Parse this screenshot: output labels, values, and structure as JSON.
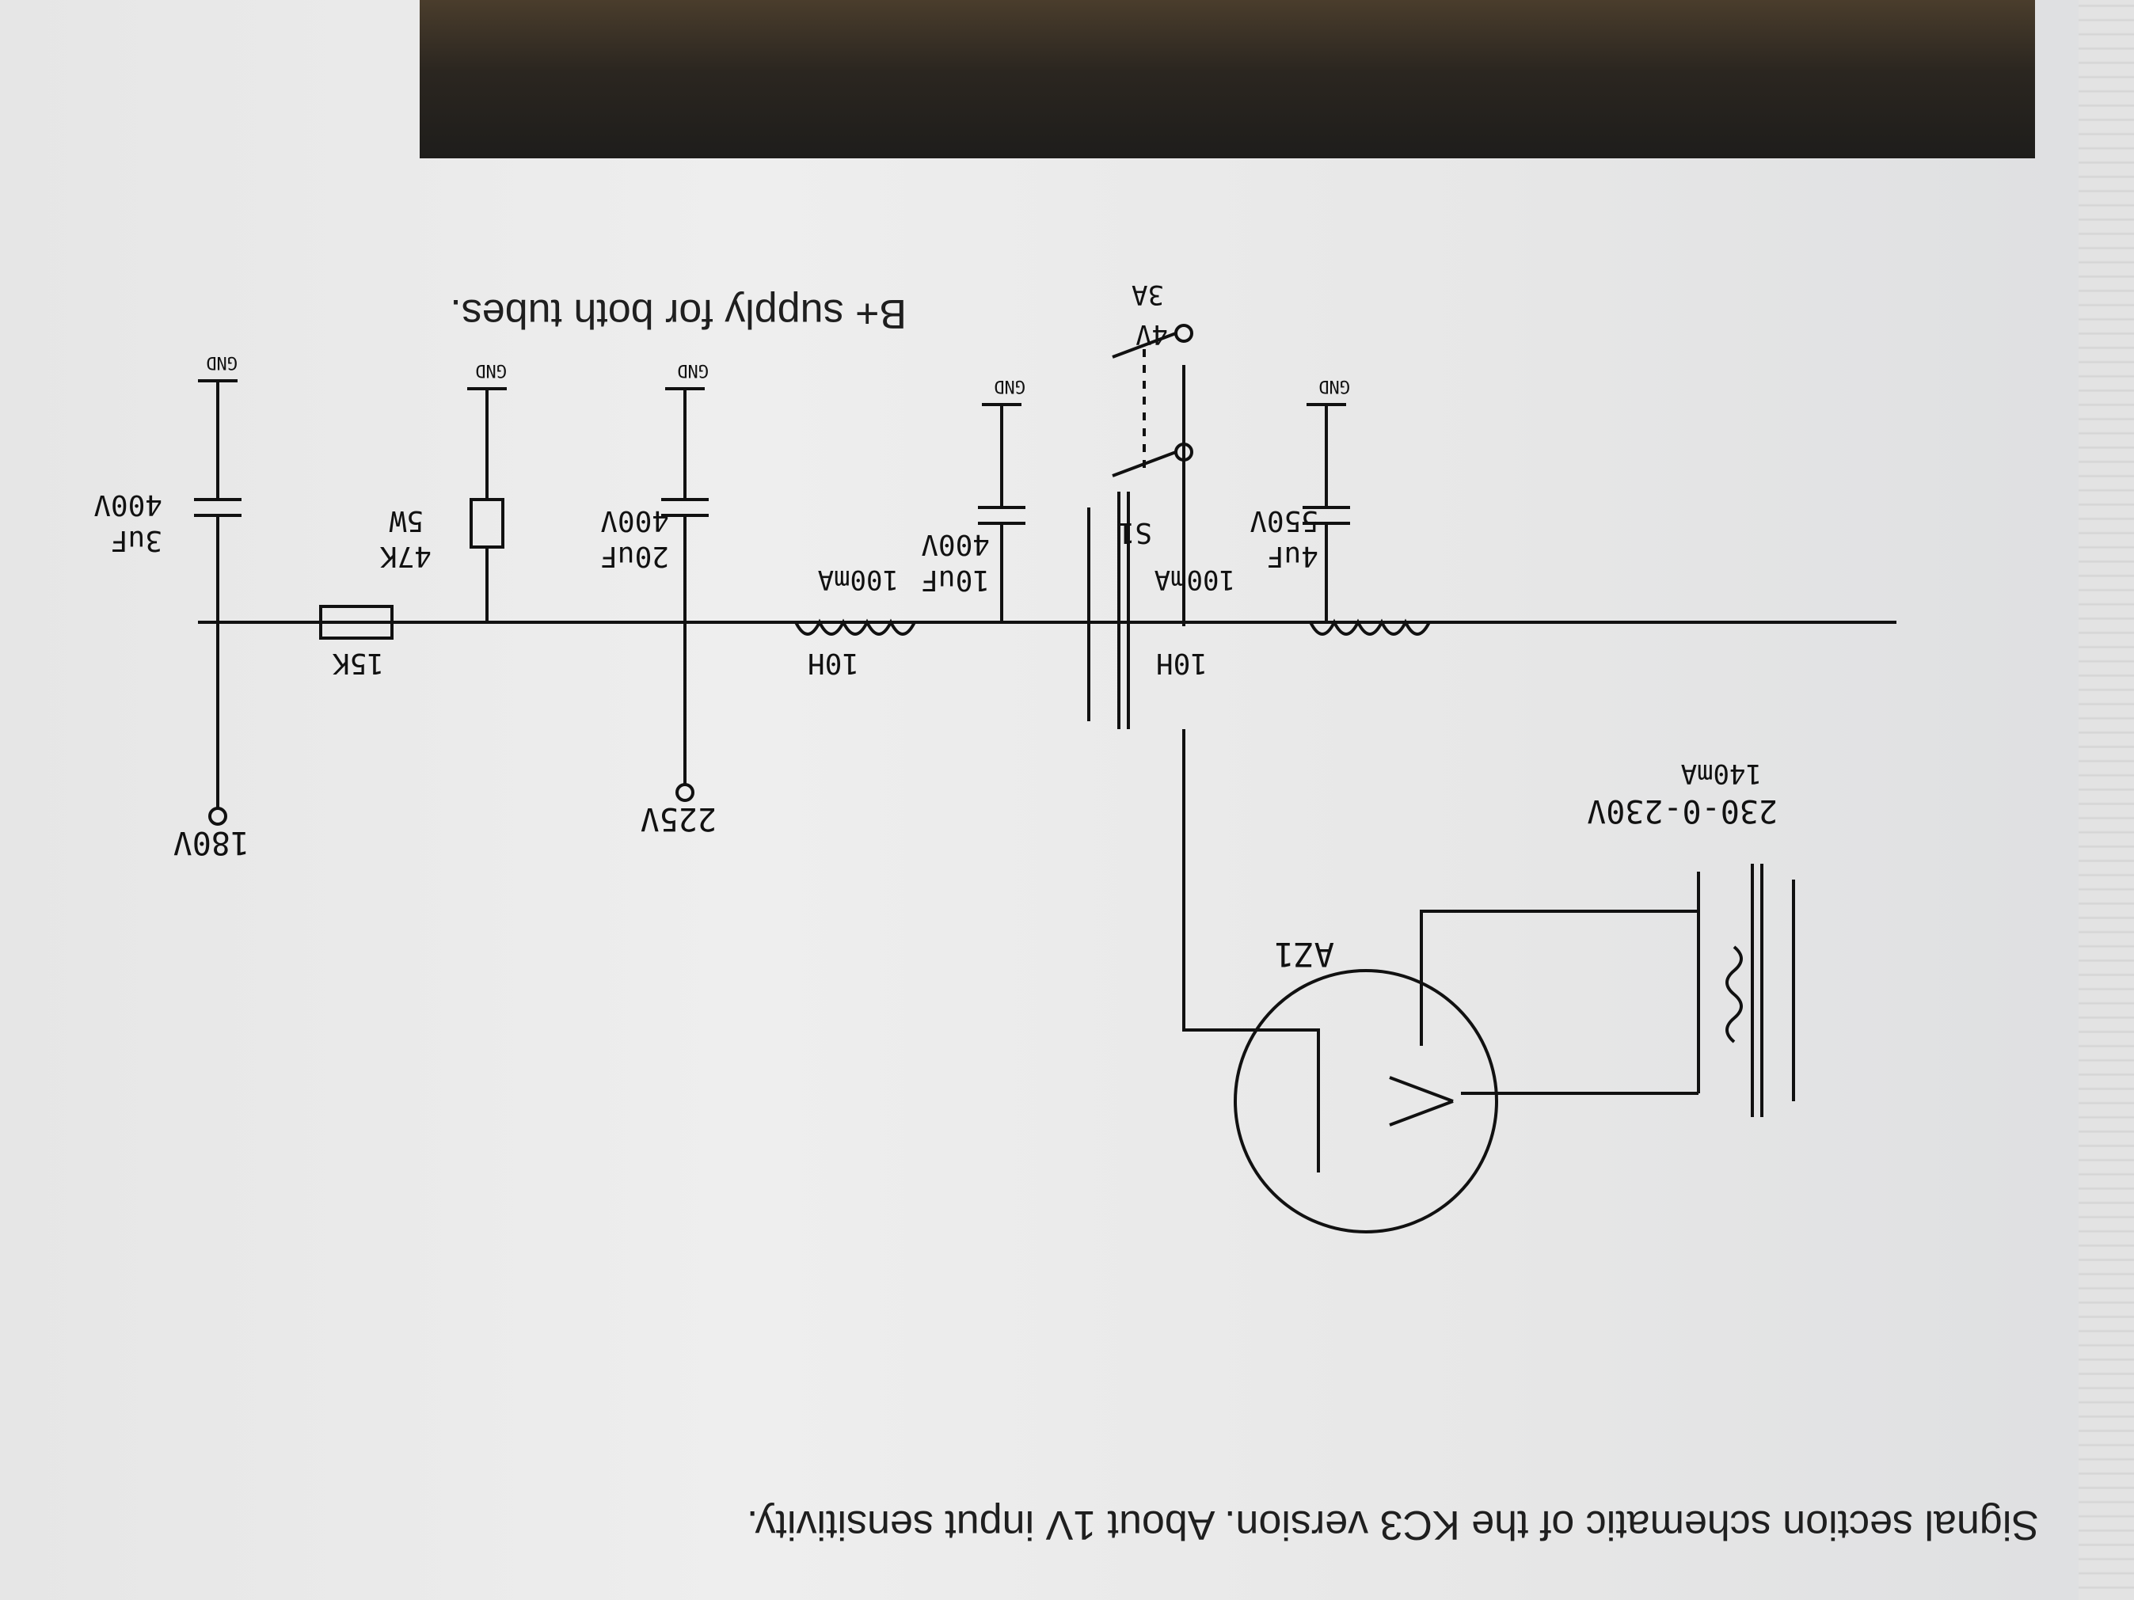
{
  "captions": {
    "supply": "B+ supply for both tubes.",
    "signal": "Signal section schematic of the KC3 version. About 1V input sensitivity."
  },
  "schematic": {
    "power_transformer": {
      "voltage": "230-0-230V",
      "current": "140mA"
    },
    "rectifier": "AZ1",
    "heater_transformer": {
      "voltage": "4V",
      "current": "3A"
    },
    "switch": "S1",
    "ground": "GND",
    "cap1": {
      "value": "4uF",
      "voltage": "550V"
    },
    "choke1": {
      "inductance": "10H",
      "current": "100mA"
    },
    "cap2": {
      "value": "10uF",
      "voltage": "400V"
    },
    "choke2": {
      "inductance": "10H",
      "current": "100mA"
    },
    "cap3": {
      "value": "20uF",
      "voltage": "400V"
    },
    "tap1": "225V",
    "bleeder": {
      "value": "47K",
      "power": "5W"
    },
    "series_resistor": "15K",
    "cap4": {
      "value": "3uF",
      "voltage": "400V"
    },
    "tap2": "180V"
  },
  "colors": {
    "ink": "#111111",
    "background": "#eeeeee",
    "photo": "#2b2620"
  }
}
